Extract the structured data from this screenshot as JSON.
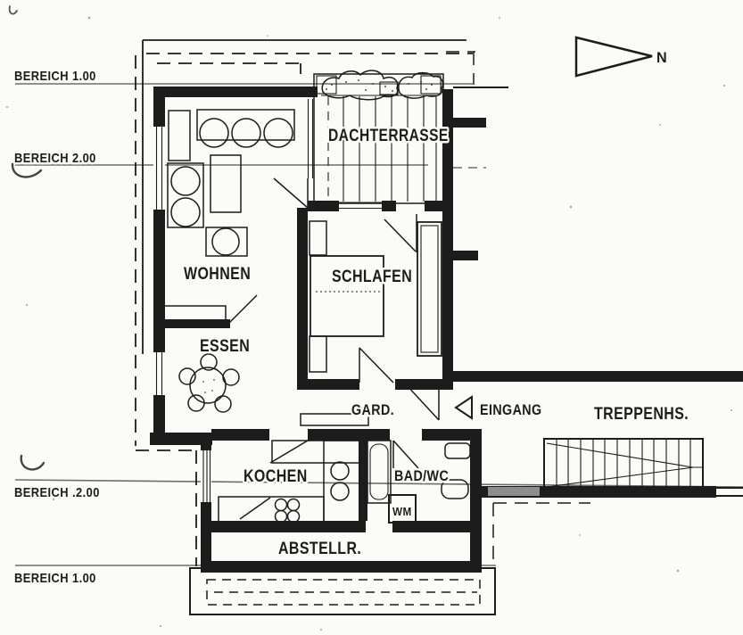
{
  "title": "Apartment floor plan (upper storey with roof terrace)",
  "labels": {
    "bereich_1_top": "BEREICH 1.00",
    "bereich_2_top": "BEREICH 2.00",
    "bereich_2_bottom": "BEREICH .2.00",
    "bereich_1_bottom": "BEREICH 1.00",
    "dachterrasse": "DACHTERRASSE",
    "wohnen": "WOHNEN",
    "schlafen": "SCHLAFEN",
    "essen": "ESSEN",
    "gard": "GARD.",
    "eingang": "EINGANG",
    "treppenhaus": "TREPPENHS.",
    "kochen": "KOCHEN",
    "bad_wc": "BAD/WC",
    "wm": "WM",
    "abstellraum": "ABSTELLR.",
    "north": "N"
  },
  "colors": {
    "ink": "#1c1c1c",
    "leader": "#6e6e6e",
    "paper": "#fbfbfa",
    "hatch": "#8d8d8d",
    "pen": "#444444"
  }
}
